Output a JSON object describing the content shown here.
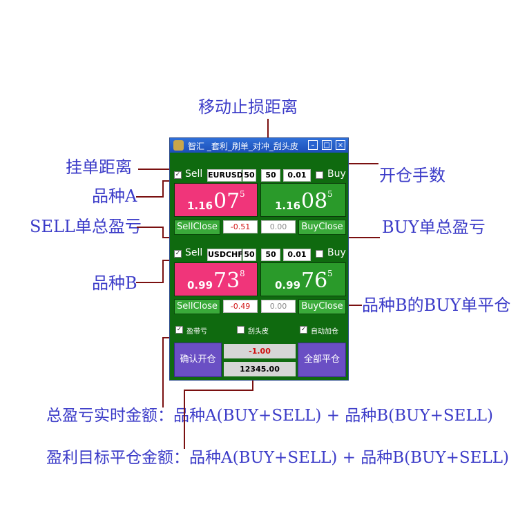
{
  "annotations": {
    "trailing_stop": "移动止损距离",
    "pending_distance": "挂单距离",
    "lot_size": "开仓手数",
    "symbol_a": "品种A",
    "sell_total_pl": "SELL单总盈亏",
    "buy_total_pl": "BUY单总盈亏",
    "symbol_b": "品种B",
    "symbol_b_buy_close": "品种B的BUY单平仓",
    "total_pl_realtime": "总盈亏实时金额：品种A(BUY+SELL) + 品种B(BUY+SELL)",
    "profit_target": "盈利目标平仓金额：品种A(BUY+SELL) + 品种B(BUY+SELL)"
  },
  "window": {
    "title": "智汇 _套利_刷单_对冲_刮头皮",
    "minimize": "–",
    "maximize": "□",
    "close": "×"
  },
  "symbol_a": {
    "sell_label": "Sell",
    "symbol": "EURUSD",
    "pending": "50",
    "trailing": "50",
    "lots": "0.01",
    "buy_label": "Buy",
    "sell_price": {
      "prefix": "1.16",
      "main": "07",
      "sup": "5"
    },
    "buy_price": {
      "prefix": "1.16",
      "main": "08",
      "sup": "5"
    },
    "sellclose": "SellClose",
    "sell_pl": "-0.51",
    "buy_pl": "0.00",
    "buyclose": "BuyClose"
  },
  "symbol_b": {
    "sell_label": "Sell",
    "symbol": "USDCHF",
    "pending": "50",
    "trailing": "50",
    "lots": "0.01",
    "buy_label": "Buy",
    "sell_price": {
      "prefix": "0.99",
      "main": "73",
      "sup": "8"
    },
    "buy_price": {
      "prefix": "0.99",
      "main": "76",
      "sup": "5"
    },
    "sellclose": "SellClose",
    "sell_pl": "-0.49",
    "buy_pl": "0.00",
    "buyclose": "BuyClose"
  },
  "options": {
    "profit_carry": "盈带亏",
    "scalping": "刮头皮",
    "auto_add": "自动加仓"
  },
  "bottom": {
    "confirm_open": "确认开仓",
    "total_pl": "-1.00",
    "profit_target": "12345.00",
    "close_all": "全部平仓"
  },
  "colors": {
    "panel_bg": "#0f6a0f",
    "sell_panel": "#f0357a",
    "buy_panel": "#2a9a2a",
    "annotation": "#3b3bc8",
    "leader_line": "#7a1010",
    "loss_text": "#d01010"
  }
}
